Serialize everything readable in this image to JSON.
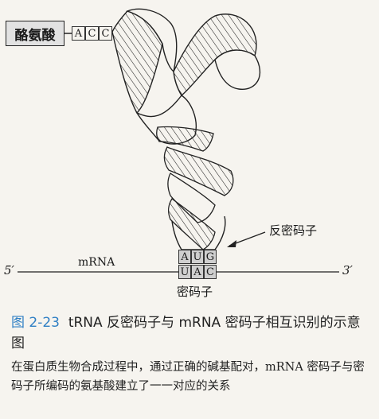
{
  "figure": {
    "amino_acid": "酪氨酸",
    "trna_end_bases": [
      "A",
      "C",
      "C"
    ],
    "anticodon_bases": [
      "A",
      "U",
      "G"
    ],
    "codon_bases": [
      "U",
      "A",
      "C"
    ],
    "anticodon_label": "反密码子",
    "codon_label": "密码子",
    "mrna_label": "mRNA",
    "five_prime": "5′",
    "three_prime": "3′"
  },
  "caption": {
    "figure_number": "图 2-23",
    "title": "tRNA 反密码子与 mRNA 密码子相互识别的示意图"
  },
  "description": "在蛋白质生物合成过程中，通过正确的碱基配对，mRNA 密码子与密码子所编码的氨基酸建立了一一对应的关系"
}
